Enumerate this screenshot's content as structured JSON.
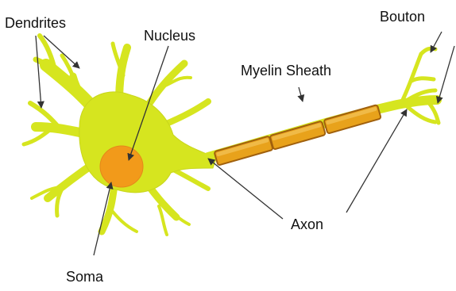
{
  "diagram": {
    "labels": {
      "dendrites": "Dendrites",
      "nucleus": "Nucleus",
      "bouton": "Bouton",
      "myelin_sheath": "Myelin Sheath",
      "axon": "Axon",
      "soma": "Soma"
    },
    "colors": {
      "cell_body": "#d6e51f",
      "cell_outline": "#b7c41a",
      "nucleus": "#f29a1a",
      "myelin": "#e8a21b",
      "myelin_edge": "#a0600d",
      "arrow": "#333333"
    }
  }
}
